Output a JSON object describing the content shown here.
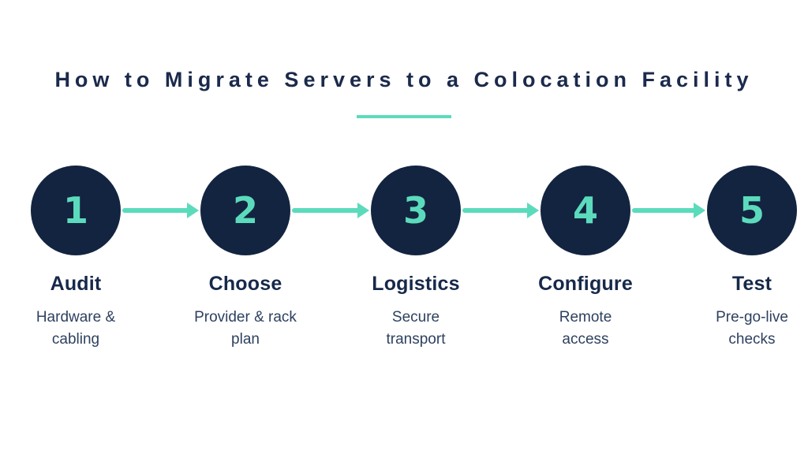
{
  "title": "How to Migrate Servers to a Colocation Facility",
  "colors": {
    "navy": "#132440",
    "teal": "#5CDBBC",
    "title_navy": "#1B2A4C",
    "desc_slate": "#2E4160",
    "bg": "#FFFFFF"
  },
  "steps": [
    {
      "number": "1",
      "title": "Audit",
      "desc_line1": "Hardware &",
      "desc_line2": "cabling"
    },
    {
      "number": "2",
      "title": "Choose",
      "desc_line1": "Provider & rack",
      "desc_line2": "plan"
    },
    {
      "number": "3",
      "title": "Logistics",
      "desc_line1": "Secure",
      "desc_line2": "transport"
    },
    {
      "number": "4",
      "title": "Configure",
      "desc_line1": "Remote",
      "desc_line2": "access"
    },
    {
      "number": "5",
      "title": "Test",
      "desc_line1": "Pre-go-live",
      "desc_line2": "checks"
    }
  ]
}
